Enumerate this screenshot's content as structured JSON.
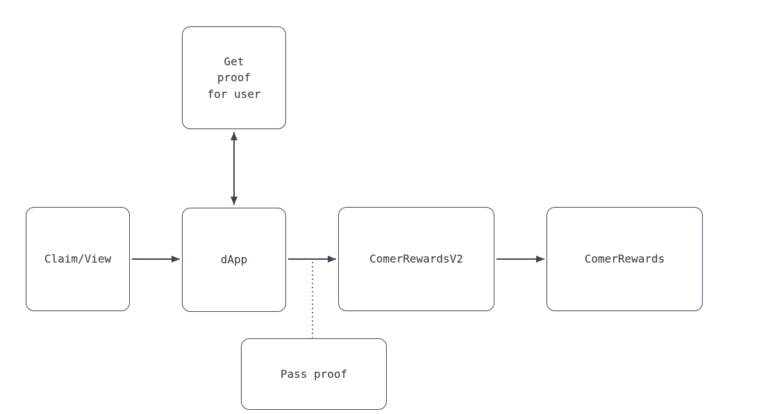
{
  "diagram": {
    "colors": {
      "stroke": "#3e4450",
      "text": "#2e333c",
      "background": "#ffffff"
    },
    "nodes": [
      {
        "id": "get-proof",
        "label": "Get\nproof\nfor user"
      },
      {
        "id": "claim-view",
        "label": "Claim/View"
      },
      {
        "id": "dapp",
        "label": "dApp"
      },
      {
        "id": "comer-rewards-v2",
        "label": "ComerRewardsV2"
      },
      {
        "id": "comer-rewards",
        "label": "ComerRewards"
      },
      {
        "id": "pass-proof",
        "label": "Pass proof"
      }
    ],
    "edges": [
      {
        "from": "dapp",
        "to": "get-proof",
        "style": "solid",
        "arrows": "both"
      },
      {
        "from": "claim-view",
        "to": "dapp",
        "style": "solid",
        "arrows": "end"
      },
      {
        "from": "dapp",
        "to": "comer-rewards-v2",
        "style": "solid",
        "arrows": "end"
      },
      {
        "from": "comer-rewards-v2",
        "to": "comer-rewards",
        "style": "solid",
        "arrows": "end"
      },
      {
        "from": "pass-proof",
        "to": "edge-dapp-to-comer-rewards-v2",
        "style": "dotted",
        "arrows": "none"
      }
    ]
  }
}
